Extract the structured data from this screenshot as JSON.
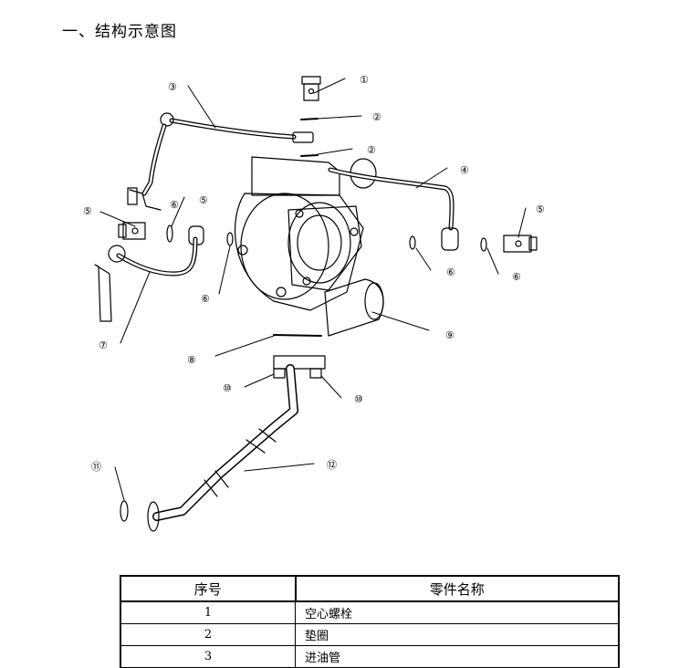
{
  "heading": "一、结构示意图",
  "diagram": {
    "callouts": [
      "①",
      "②",
      "②",
      "③",
      "④",
      "⑤",
      "⑤",
      "⑤",
      "⑥",
      "⑥",
      "⑥",
      "⑥",
      "⑦",
      "⑧",
      "⑨",
      "⑩",
      "⑩",
      "⑪",
      "⑫"
    ]
  },
  "parts_table": {
    "headers": [
      "序号",
      "零件名称"
    ],
    "rows": [
      {
        "no": "1",
        "name": "空心螺栓"
      },
      {
        "no": "2",
        "name": "垫圈"
      },
      {
        "no": "3",
        "name": "进油管"
      }
    ]
  }
}
